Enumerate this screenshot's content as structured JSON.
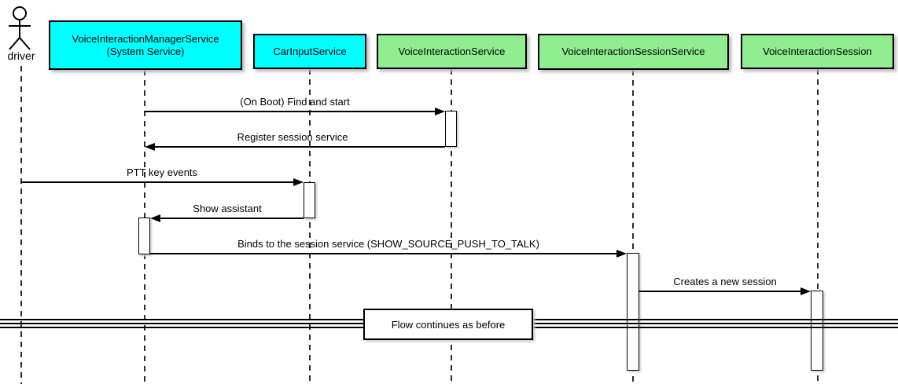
{
  "diagram_type": "uml-sequence",
  "actor": {
    "name": "driver"
  },
  "participants": [
    {
      "name": "VoiceInteractionManagerService",
      "subtitle": "(System Service)",
      "fill": "#00FFFF"
    },
    {
      "name": "CarInputService",
      "subtitle": "",
      "fill": "#00FFFF"
    },
    {
      "name": "VoiceInteractionService",
      "subtitle": "",
      "fill": "#90EE90"
    },
    {
      "name": "VoiceInteractionSessionService",
      "subtitle": "",
      "fill": "#90EE90"
    },
    {
      "name": "VoiceInteractionSession",
      "subtitle": "",
      "fill": "#90EE90"
    }
  ],
  "messages": [
    {
      "label": "(On Boot) Find and start",
      "from": "VoiceInteractionManagerService",
      "to": "VoiceInteractionService",
      "direction": "right"
    },
    {
      "label": "Register session service",
      "from": "VoiceInteractionService",
      "to": "VoiceInteractionManagerService",
      "direction": "left"
    },
    {
      "label": "PTT key events",
      "from": "driver",
      "to": "CarInputService",
      "direction": "right"
    },
    {
      "label": "Show assistant",
      "from": "CarInputService",
      "to": "VoiceInteractionManagerService",
      "direction": "left"
    },
    {
      "label": "Binds to the session service (SHOW_SOURCE_PUSH_TO_TALK)",
      "from": "VoiceInteractionManagerService",
      "to": "VoiceInteractionSessionService",
      "direction": "right"
    },
    {
      "label": "Creates a new session",
      "from": "VoiceInteractionSessionService",
      "to": "VoiceInteractionSession",
      "direction": "right"
    }
  ],
  "divider": {
    "label": "Flow continues as before"
  },
  "colors": {
    "participant_cyan": "#00FFFF",
    "participant_green": "#90EE90",
    "border": "#000000",
    "background": "#FFFFFF"
  }
}
